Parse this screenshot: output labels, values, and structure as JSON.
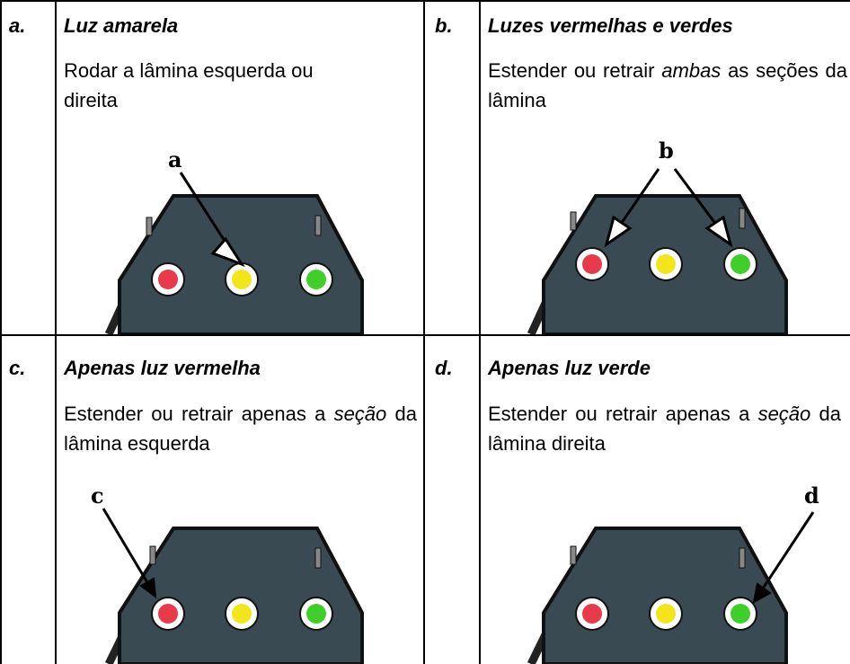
{
  "cells": [
    {
      "letter": "a.",
      "title": "Luz amarela",
      "desc_plain": "Rodar a lâmina esquerda ou direita",
      "callout": "a"
    },
    {
      "letter": "b.",
      "title": "Luzes vermelhas e verdes",
      "desc_pre": "Estender ou retrair ",
      "desc_em": "ambas",
      "desc_post": " as seções da lâmina",
      "callout": "b"
    },
    {
      "letter": "c.",
      "title": "Apenas luz vermelha",
      "desc_pre": "Estender ou retrair apenas a ",
      "desc_em": "seção",
      "desc_post": " da lâmina esquerda",
      "callout": "c"
    },
    {
      "letter": "d.",
      "title": "Apenas luz verde",
      "desc_pre": "Estender ou retrair apenas a ",
      "desc_em": "seção",
      "desc_post": " da lâmina direita",
      "callout": "d"
    }
  ],
  "colors": {
    "panel": "#3a4a52",
    "red_light": "#e83a4a",
    "yellow_light": "#f2e61a",
    "green_light": "#3ecf2a"
  }
}
